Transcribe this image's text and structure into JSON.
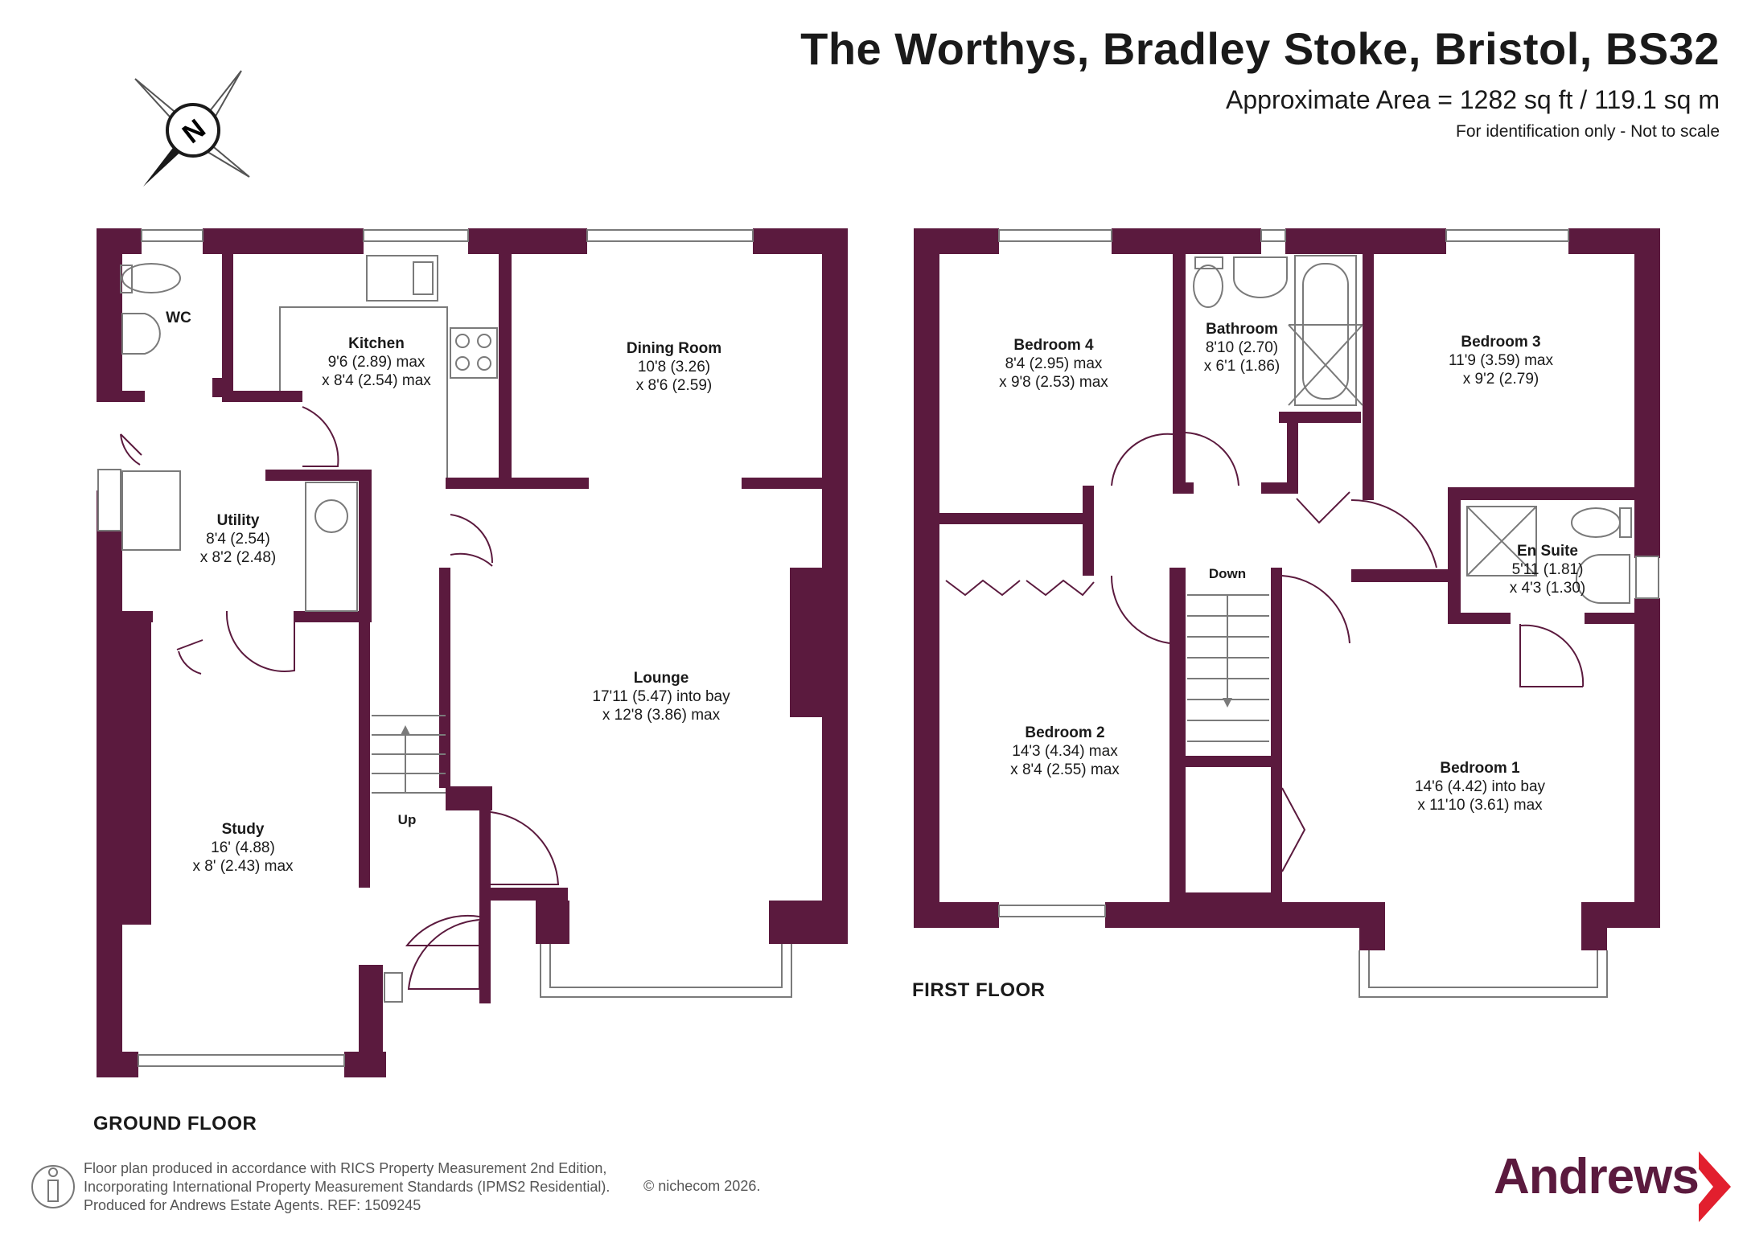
{
  "header": {
    "title": "The Worthys, Bradley Stoke, Bristol, BS32",
    "area": "Approximate Area = 1282 sq ft / 119.1 sq m",
    "scale_note": "For identification only - Not to scale"
  },
  "compass": {
    "icon": "north-compass-icon",
    "label": "N"
  },
  "floors": {
    "ground": {
      "label": "GROUND FLOOR",
      "rooms": {
        "wc": {
          "name": "WC",
          "dims": []
        },
        "kitchen": {
          "name": "Kitchen",
          "dims": [
            "9'6 (2.89) max",
            "x 8'4 (2.54) max"
          ]
        },
        "dining": {
          "name": "Dining Room",
          "dims": [
            "10'8 (3.26)",
            "x 8'6 (2.59)"
          ]
        },
        "utility": {
          "name": "Utility",
          "dims": [
            "8'4 (2.54)",
            "x 8'2 (2.48)"
          ]
        },
        "lounge": {
          "name": "Lounge",
          "dims": [
            "17'11 (5.47) into bay",
            "x 12'8 (3.86) max"
          ]
        },
        "study": {
          "name": "Study",
          "dims": [
            "16' (4.88)",
            "x 8' (2.43) max"
          ]
        }
      },
      "stairs": "Up"
    },
    "first": {
      "label": "FIRST FLOOR",
      "rooms": {
        "bedroom4": {
          "name": "Bedroom 4",
          "dims": [
            "8'4 (2.95) max",
            "x 9'8 (2.53) max"
          ]
        },
        "bathroom": {
          "name": "Bathroom",
          "dims": [
            "8'10 (2.70)",
            "x 6'1 (1.86)"
          ]
        },
        "bedroom3": {
          "name": "Bedroom 3",
          "dims": [
            "11'9 (3.59) max",
            "x 9'2 (2.79)"
          ]
        },
        "ensuite": {
          "name": "En Suite",
          "dims": [
            "5'11 (1.81)",
            "x 4'3 (1.30)"
          ]
        },
        "bedroom2": {
          "name": "Bedroom 2",
          "dims": [
            "14'3 (4.34) max",
            "x 8'4 (2.55) max"
          ]
        },
        "bedroom1": {
          "name": "Bedroom 1",
          "dims": [
            "14'6 (4.42) into bay",
            "x 11'10 (3.61) max"
          ]
        }
      },
      "stairs": "Down"
    }
  },
  "footer": {
    "lines": [
      "Floor plan produced in accordance with RICS Property Measurement 2nd Edition,",
      "Incorporating International Property Measurement Standards (IPMS2 Residential).",
      "Produced for Andrews Estate Agents.   REF: 1509245"
    ],
    "copyright": "© nichecom 2026.",
    "person_icon": "person-icon"
  },
  "brand": {
    "name": "Andrews",
    "icon": "chevron-right-logo-icon"
  },
  "colors": {
    "wall": "#5b1a3e",
    "fixture": "#7a7a7a",
    "text": "#1a1a1a"
  }
}
